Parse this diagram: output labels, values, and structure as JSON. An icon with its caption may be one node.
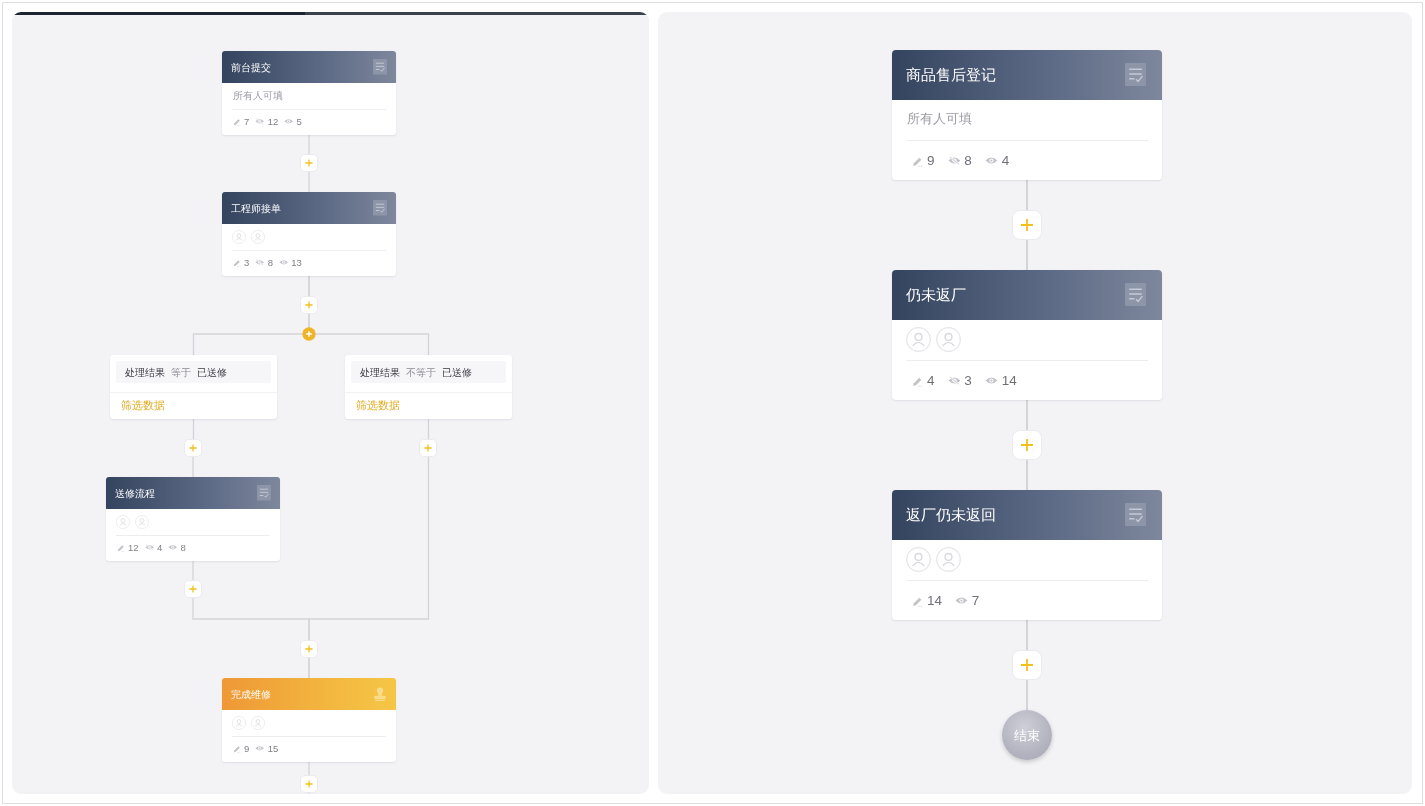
{
  "diagram": {
    "nodes": [
      {
        "text": [
          "前台提交",
          "所有人可填",
          "7",
          "12",
          "5"
        ]
      },
      {
        "text": [
          "工程师接单",
          "3",
          "8",
          "13"
        ]
      },
      {
        "text": [
          "处理结果",
          "等于",
          "已送修",
          "筛选数据"
        ]
      },
      {
        "text": [
          "处理结果",
          "不等于",
          "已送修",
          "筛选数据"
        ]
      },
      {
        "text": [
          "送修流程",
          "12",
          "4",
          "8"
        ]
      },
      {
        "text": [
          "完成维修",
          "9",
          "15"
        ]
      },
      {
        "text": [
          "商品售后登记",
          "所有人可填",
          "9",
          "8",
          "4"
        ]
      },
      {
        "text": [
          "仍未返厂",
          "4",
          "3",
          "14"
        ]
      },
      {
        "text": [
          "返厂仍未返回",
          "14",
          "7"
        ]
      },
      {
        "text": [
          "结束"
        ]
      }
    ],
    "edges": [
      {
        "from": 0,
        "to": 1,
        "arrow": "none"
      },
      {
        "from": 1,
        "to": 2,
        "arrow": "none"
      },
      {
        "from": 1,
        "to": 3,
        "arrow": "none"
      },
      {
        "from": 2,
        "to": 4,
        "arrow": "none"
      },
      {
        "from": 4,
        "to": 5,
        "arrow": "none"
      },
      {
        "from": 3,
        "to": 5,
        "arrow": "none"
      },
      {
        "from": 5,
        "to": null,
        "arrow": "none"
      },
      {
        "from": 6,
        "to": 7,
        "arrow": "none"
      },
      {
        "from": 7,
        "to": 8,
        "arrow": "none"
      },
      {
        "from": 8,
        "to": 9,
        "arrow": "none"
      }
    ]
  }
}
